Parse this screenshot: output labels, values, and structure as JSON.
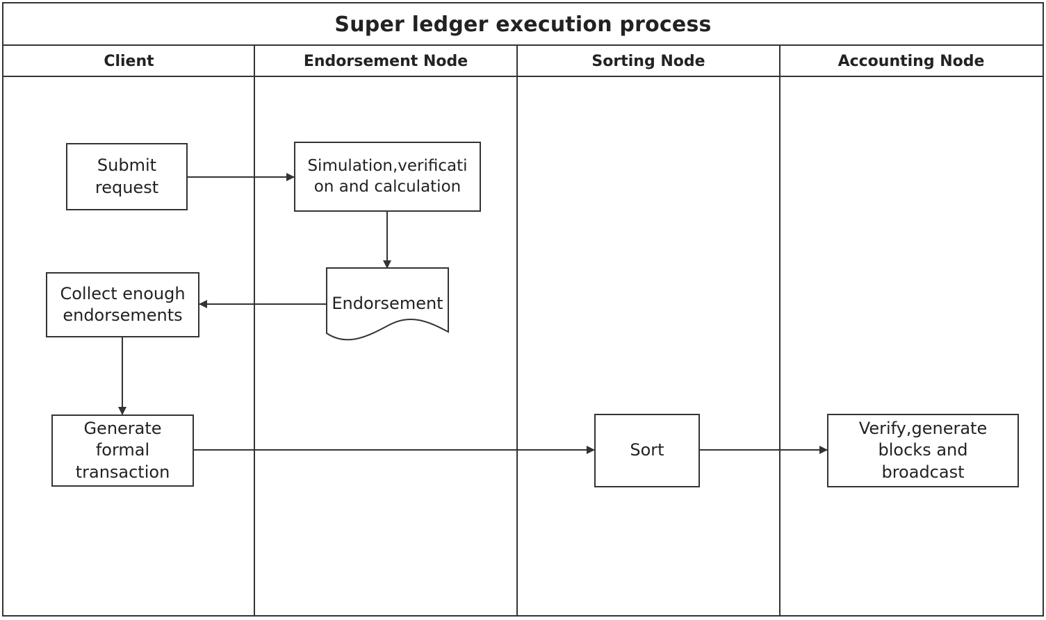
{
  "title": "Super ledger execution process",
  "lanes": [
    {
      "label": "Client"
    },
    {
      "label": "Endorsement Node"
    },
    {
      "label": "Sorting Node"
    },
    {
      "label": "Accounting Node"
    }
  ],
  "nodes": {
    "submit_request": "Submit request",
    "simulation": "Simulation,verification and calculation",
    "endorsement": "Endorsement",
    "collect": "Collect enough endorsements",
    "generate": "Generate formal transaction",
    "sort": "Sort",
    "verify": "Verify,generate blocks and broadcast"
  },
  "edges": [
    {
      "from": "submit_request",
      "to": "simulation"
    },
    {
      "from": "simulation",
      "to": "endorsement"
    },
    {
      "from": "endorsement",
      "to": "collect"
    },
    {
      "from": "collect",
      "to": "generate"
    },
    {
      "from": "generate",
      "to": "sort"
    },
    {
      "from": "sort",
      "to": "verify"
    }
  ]
}
